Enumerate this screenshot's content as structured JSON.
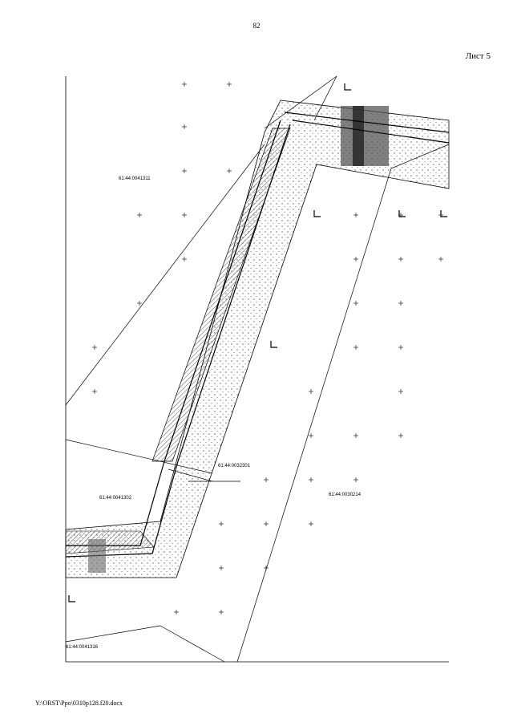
{
  "page_number": "82",
  "sheet_label": "Лист 5",
  "footer_path": "Y:\\ORST\\Ppo\\0310p128.f20.docx",
  "parcels": {
    "p1": "61:44:0041311",
    "p2": "61:44:0032301",
    "p3": "61:44:0041302",
    "p4": "61:44:0030214",
    "p5": "61:44:0041316"
  }
}
